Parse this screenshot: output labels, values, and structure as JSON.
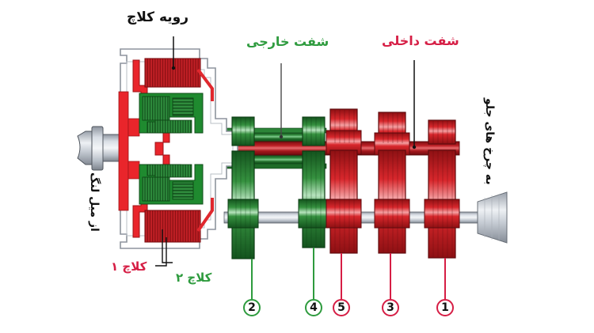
{
  "diagram": {
    "title": "Dual Clutch Transmission Cutaway",
    "background": "#ffffff",
    "colors": {
      "green": "#2e9b3e",
      "red": "#d61e45",
      "black": "#111111",
      "gear_red_dark": "#8f1014",
      "gear_red_light": "#e8484c",
      "gear_green_dark": "#14561f",
      "gear_green_light": "#62c274",
      "shaft_steel": "#c9ced6"
    }
  },
  "labels": {
    "clutch_face": "رویه کلاچ",
    "outer_shaft": "شفت خارجی",
    "inner_shaft": "شفت داخلی",
    "to_front_wheels": "به چرخ های جلو",
    "from_crankshaft": "از میل لنگ",
    "clutch_1": "کلاچ ۱",
    "clutch_2": "کلاچ ۲"
  },
  "gear_callouts": [
    {
      "number": "2",
      "color": "green"
    },
    {
      "number": "4",
      "color": "green"
    },
    {
      "number": "5",
      "color": "red"
    },
    {
      "number": "3",
      "color": "red"
    },
    {
      "number": "1",
      "color": "red"
    }
  ]
}
